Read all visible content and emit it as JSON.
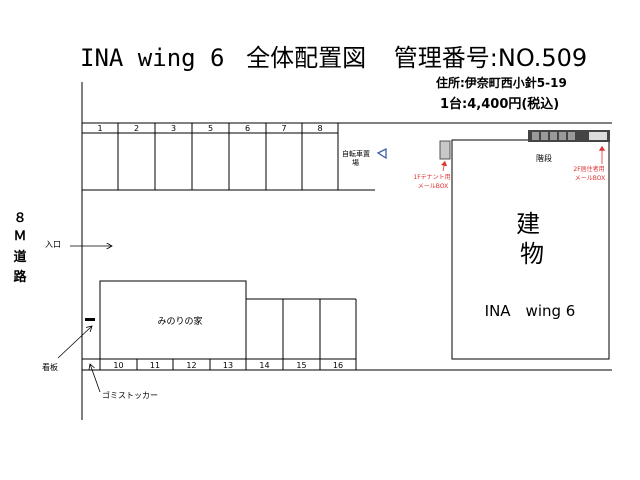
{
  "header": {
    "title_en": "INA wing 6",
    "title_jp": "全体配置図",
    "mgmt": "管理番号:NO.509",
    "address": "住所:伊奈町西小針5-19",
    "price": "1台:4,400円(税込)"
  },
  "road": {
    "label": "８Ｍ道路",
    "chars": [
      "８",
      "Ｍ",
      "道",
      "路"
    ]
  },
  "top_spaces": [
    "1",
    "2",
    "3",
    "5",
    "6",
    "7",
    "8"
  ],
  "bottom_spaces": [
    "10",
    "11",
    "12",
    "13",
    "14",
    "15",
    "16"
  ],
  "labels": {
    "bike_parking": "自転車置場",
    "entrance": "入口",
    "house": "みのりの家",
    "signboard": "看板",
    "garbage": "ゴミストッカー",
    "stairs": "階段",
    "mailbox_1f": "1Fテナント用\nメールBOX",
    "mailbox_2f": "2F居住者用\nメールBOX",
    "building_kanji": "建\n物",
    "building_name": "INA　wing 6"
  },
  "colors": {
    "annotation_red": "#e03030",
    "triangle_blue": "#3a5fa8",
    "gray_box": "#c8c8c8"
  }
}
